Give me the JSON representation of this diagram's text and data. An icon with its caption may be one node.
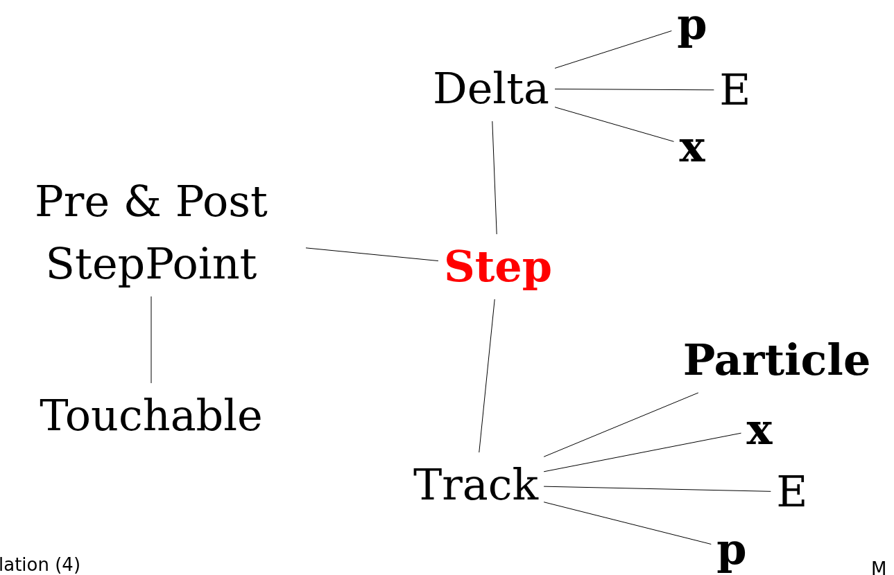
{
  "diagram": {
    "nodes": [
      {
        "text": [
          "p"
        ]
      },
      {
        "text": [
          "Delta"
        ]
      },
      {
        "text": [
          "E"
        ]
      },
      {
        "text": [
          "x"
        ]
      },
      {
        "text": [
          "Pre & Post StepPoint"
        ]
      },
      {
        "text": [
          "Step"
        ]
      },
      {
        "text": [
          "Particle"
        ]
      },
      {
        "text": [
          "Touchable"
        ]
      },
      {
        "text": [
          "x"
        ]
      },
      {
        "text": [
          "Track"
        ]
      },
      {
        "text": [
          "E"
        ]
      },
      {
        "text": [
          "p"
        ]
      }
    ],
    "edges": [
      {
        "from": 1,
        "to": 0,
        "arrow": "none"
      },
      {
        "from": 1,
        "to": 2,
        "arrow": "none"
      },
      {
        "from": 1,
        "to": 3,
        "arrow": "none"
      },
      {
        "from": 1,
        "to": 5,
        "arrow": "none"
      },
      {
        "from": 4,
        "to": 5,
        "arrow": "none"
      },
      {
        "from": 4,
        "to": 7,
        "arrow": "none"
      },
      {
        "from": 5,
        "to": 9,
        "arrow": "none"
      },
      {
        "from": 9,
        "to": 6,
        "arrow": "none"
      },
      {
        "from": 9,
        "to": 8,
        "arrow": "none"
      },
      {
        "from": 9,
        "to": 10,
        "arrow": "none"
      },
      {
        "from": 9,
        "to": 11,
        "arrow": "none"
      }
    ],
    "labels": [
      "lation (4)",
      "M"
    ]
  }
}
